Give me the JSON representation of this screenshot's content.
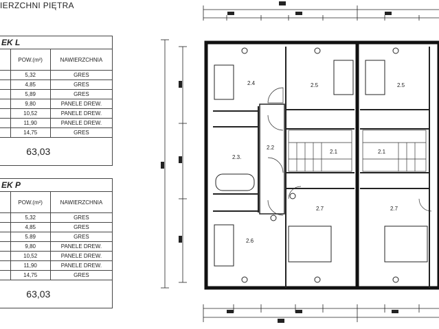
{
  "heading": "IERZCHNI PIĘTRA",
  "tables": [
    {
      "title": "EK L",
      "headers": [
        "",
        "POW.(m²)",
        "NAWIERZCHNIA"
      ],
      "rows": [
        {
          "area": "5,32",
          "finish": "GRES"
        },
        {
          "area": "4,85",
          "finish": "GRES"
        },
        {
          "area": "5,89",
          "finish": "GRES"
        },
        {
          "area": "9,80",
          "finish": "PANELE DREW."
        },
        {
          "area": "10,52",
          "finish": "PANELE DREW."
        },
        {
          "area": "11,90",
          "finish": "PANELE DREW."
        },
        {
          "area": "14,75",
          "finish": "GRES"
        }
      ],
      "total": "63,03"
    },
    {
      "title": "EK P",
      "headers": [
        "",
        "POW.(m²)",
        "NAWIERZCHNIA"
      ],
      "rows": [
        {
          "area": "5,32",
          "finish": "GRES"
        },
        {
          "area": "4,85",
          "finish": "GRES"
        },
        {
          "area": "5.89",
          "finish": "GRES"
        },
        {
          "area": "9,80",
          "finish": "PANELE DREW."
        },
        {
          "area": "10,52",
          "finish": "PANELE DREW."
        },
        {
          "area": "11,90",
          "finish": "PANELE DREW."
        },
        {
          "area": "14,75",
          "finish": "GRES"
        }
      ],
      "total": "63,03"
    }
  ],
  "rooms": {
    "r24": "2.4",
    "r25a": "2.5",
    "r25b": "2.5",
    "r22": "2.2",
    "r21a": "2.1",
    "r21b": "2.1",
    "r23": "2.3.",
    "r26": "2.6",
    "r27a": "2.7",
    "r27b": "2.7"
  }
}
